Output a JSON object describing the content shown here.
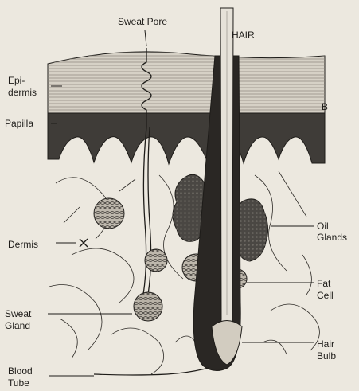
{
  "labels": {
    "sweat_pore": "Sweat Pore",
    "hair": "HAIR",
    "epidermis_1": "Epi-",
    "epidermis_2": "dermis",
    "b": "B",
    "papilla": "Papilla",
    "dermis": "Dermis",
    "oil_glands_1": "Oil",
    "oil_glands_2": "Glands",
    "fat_cell_1": "Fat",
    "fat_cell_2": "Cell",
    "sweat_gland_1": "Sweat",
    "sweat_gland_2": "Gland",
    "hair_bulb_1": "Hair",
    "hair_bulb_2": "Bulb",
    "blood_tube_1": "Blood",
    "blood_tube_2": "Tube"
  },
  "colors": {
    "background": "#ece8df",
    "ink": "#1e1c19",
    "epidermis": "#d6d1c6",
    "papilla_band": "#3f3c38",
    "hair_shaft": "#2a2724",
    "gland": "#4a4743"
  }
}
